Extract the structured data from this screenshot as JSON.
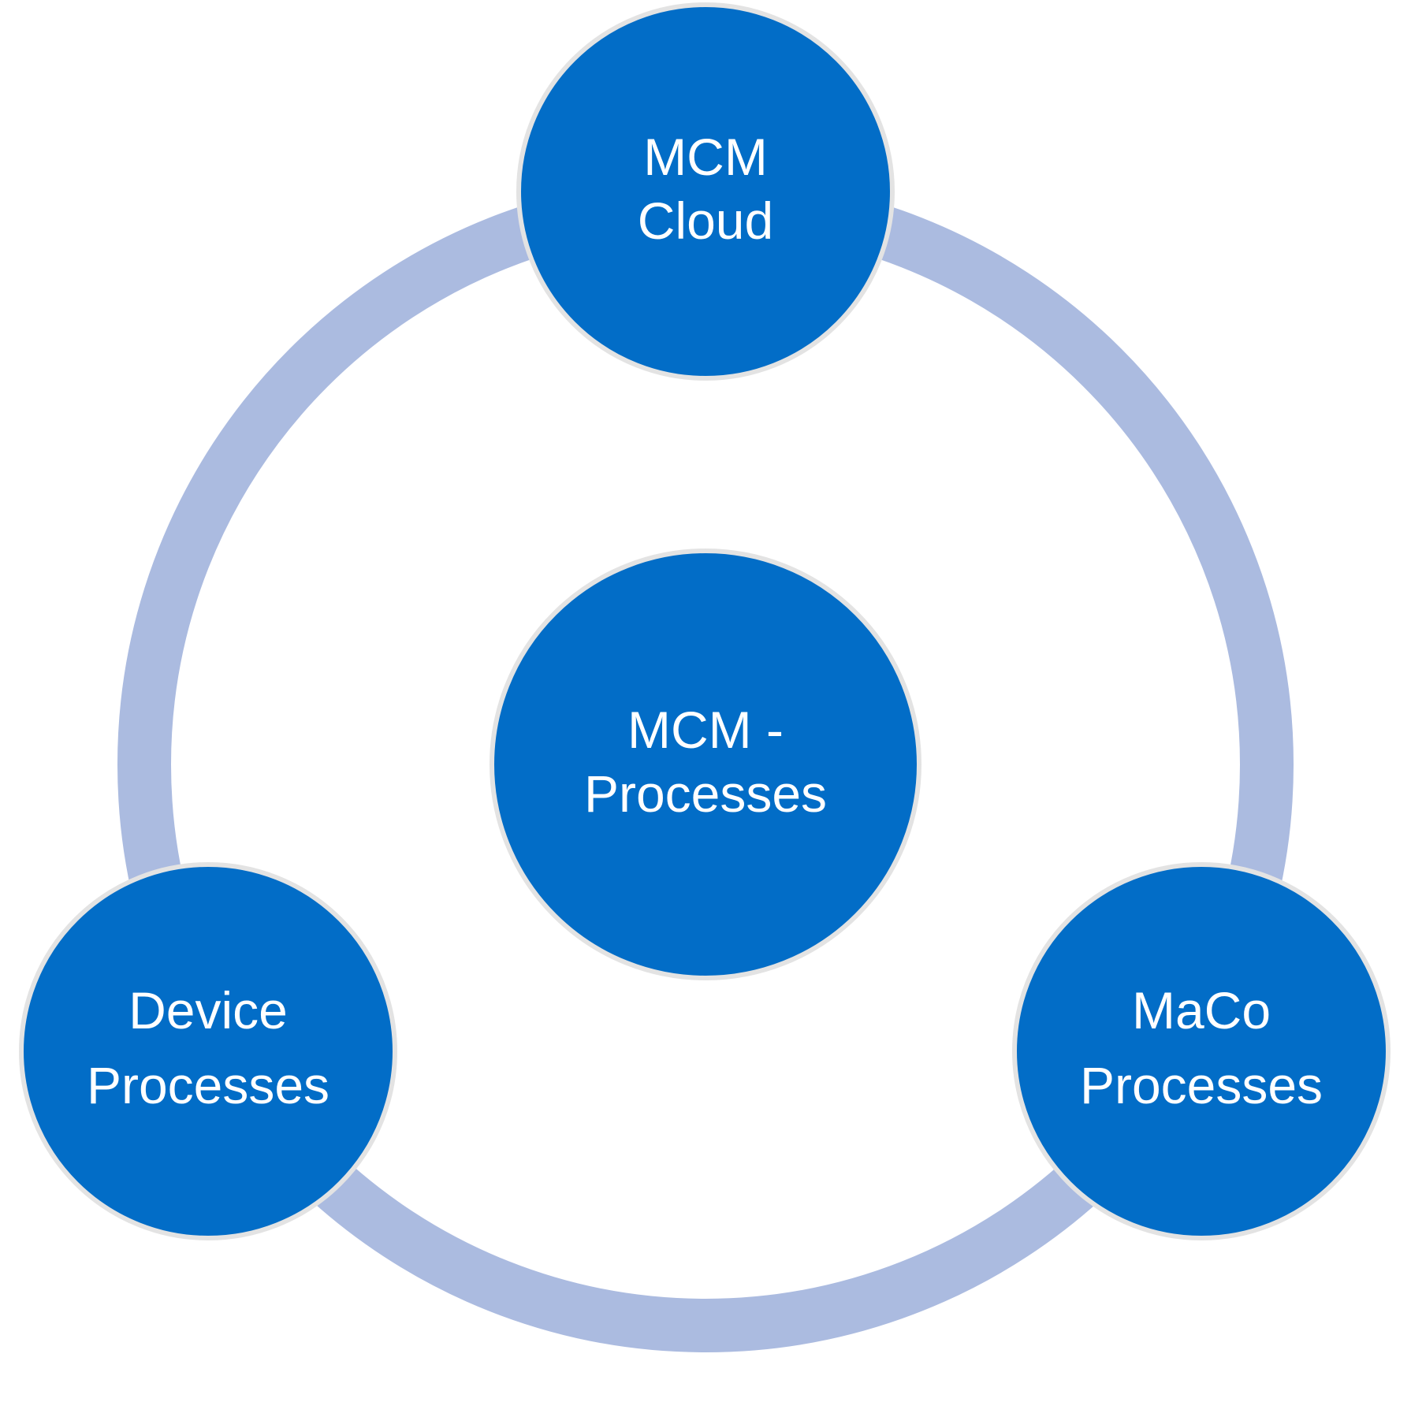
{
  "diagram": {
    "type": "cycle",
    "colors": {
      "node_fill": "#026DC7",
      "node_border": "#E3E3E3",
      "ring": "#ABBBE0",
      "background": "#FFFFFF"
    },
    "center_node": {
      "lines": [
        "MCM -",
        "Processes"
      ]
    },
    "nodes": [
      {
        "id": "mcm-cloud",
        "lines": [
          "MCM",
          "Cloud"
        ]
      },
      {
        "id": "maco-processes",
        "lines": [
          "MaCo",
          "Processes"
        ]
      },
      {
        "id": "device-processes",
        "lines": [
          "Device",
          "Processes"
        ]
      }
    ]
  }
}
